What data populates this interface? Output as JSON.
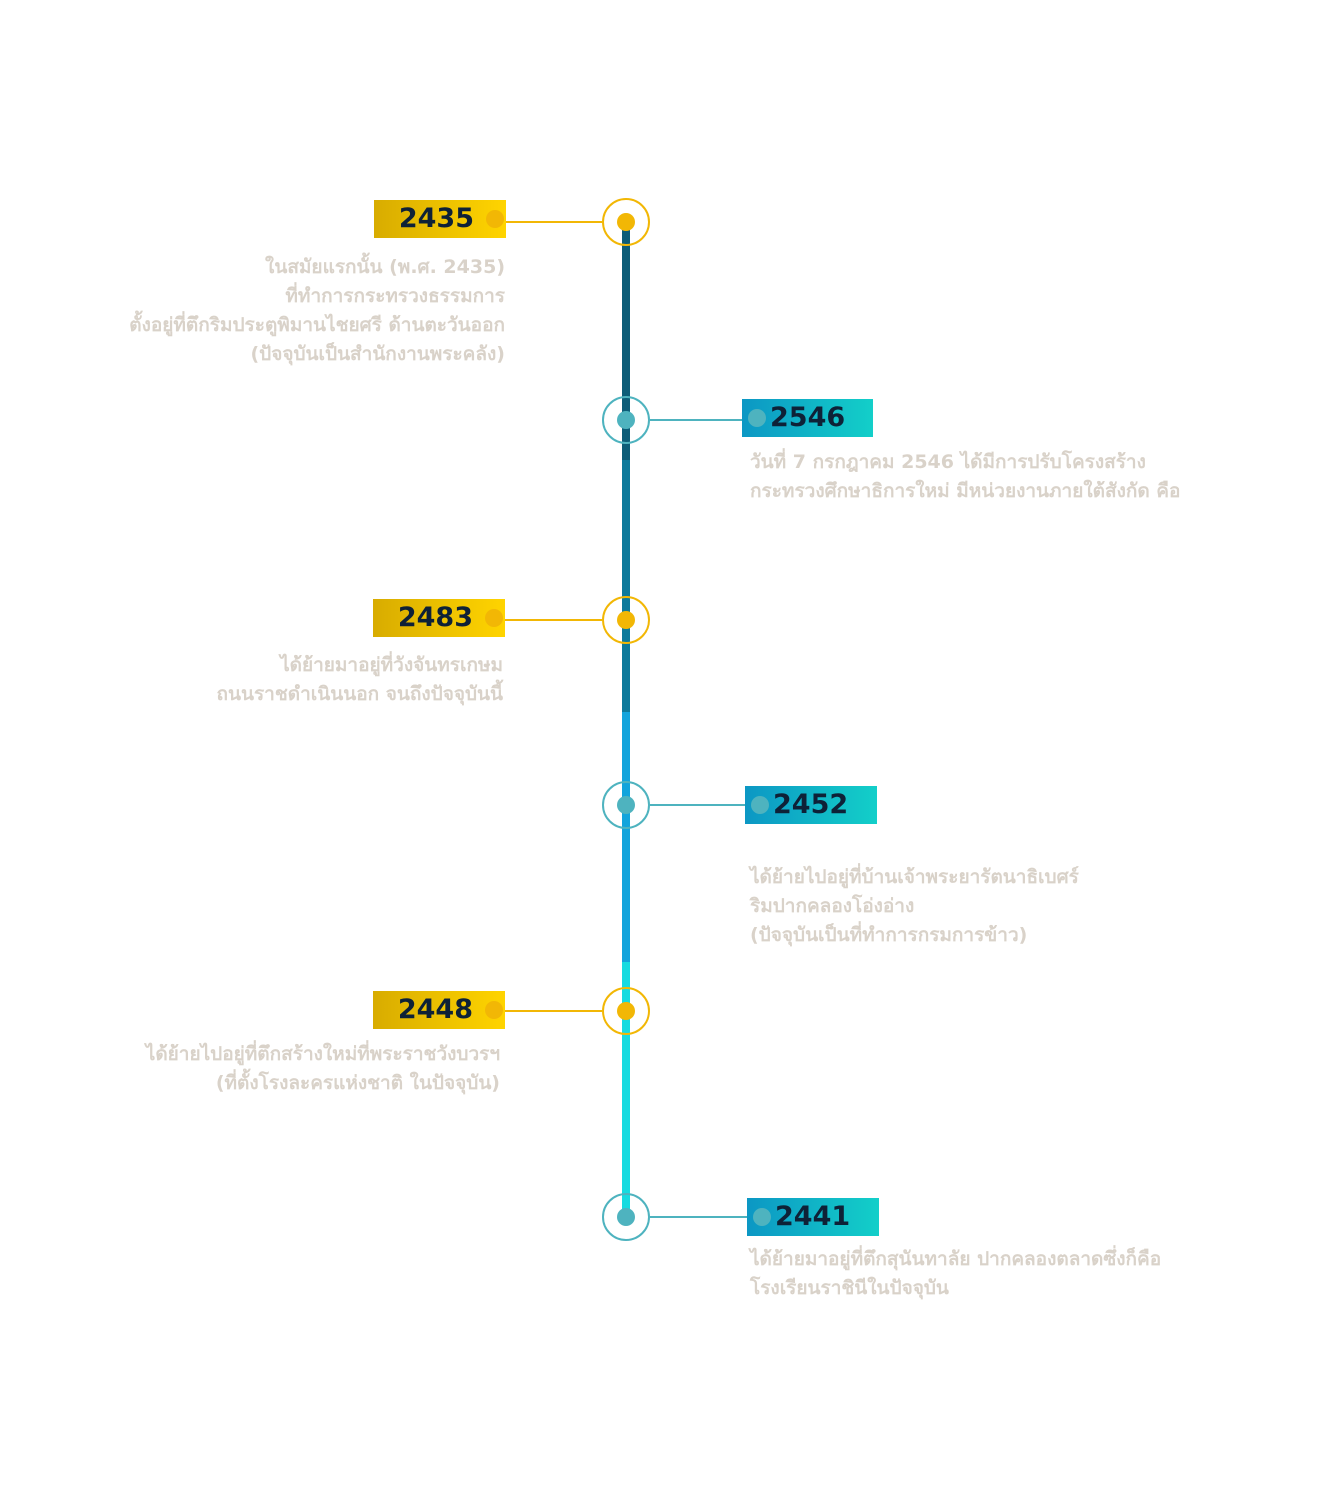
{
  "colors": {
    "gold_accent": "#f2b705",
    "teal_accent": "#4eb3bf",
    "year_text": "#0e2137",
    "description_text": "#d9d2c9",
    "spine_segments": [
      "#0d5d78",
      "#0d7a9b",
      "#12a4dc",
      "#16dbe0"
    ]
  },
  "events": [
    {
      "year": "2435",
      "side": "left",
      "accent": "gold",
      "lines": [
        "ในสมัยแรกนั้น (พ.ศ. 2435)",
        "ที่ทำการกระทรวงธรรมการ",
        "ตั้งอยู่ที่ตึกริมประตูพิมานไชยศรี ด้านตะวันออก",
        "(ปัจจุบันเป็นสำนักงานพระคลัง)"
      ]
    },
    {
      "year": "2546",
      "side": "right",
      "accent": "teal",
      "lines": [
        "วันที่ 7 กรกฎาคม 2546 ได้มีการปรับโครงสร้าง",
        "กระทรวงศึกษาธิการใหม่ มีหน่วยงานภายใต้สังกัด คือ"
      ]
    },
    {
      "year": "2483",
      "side": "left",
      "accent": "gold",
      "lines": [
        "ได้ย้ายมาอยู่ที่วังจันทรเกษม",
        "ถนนราชดำเนินนอก จนถึงปัจจุบันนี้"
      ]
    },
    {
      "year": "2452",
      "side": "right",
      "accent": "teal",
      "lines": [
        "ได้ย้ายไปอยู่ที่บ้านเจ้าพระยารัตนาธิเบศร์",
        "ริมปากคลองโอ่งอ่าง",
        "(ปัจจุบันเป็นที่ทำการกรมการข้าว)"
      ]
    },
    {
      "year": "2448",
      "side": "left",
      "accent": "gold",
      "lines": [
        "ได้ย้ายไปอยู่ที่ตึกสร้างใหม่ที่พระราชวังบวรฯ",
        "(ที่ตั้งโรงละครแห่งชาติ ในปัจจุบัน)"
      ]
    },
    {
      "year": "2441",
      "side": "right",
      "accent": "teal",
      "lines": [
        "ได้ย้ายมาอยู่ที่ตึกสุนันทาลัย ปากคลองตลาดซึ่งก็คือ",
        "โรงเรียนราชินีในปัจจุบัน"
      ]
    }
  ]
}
